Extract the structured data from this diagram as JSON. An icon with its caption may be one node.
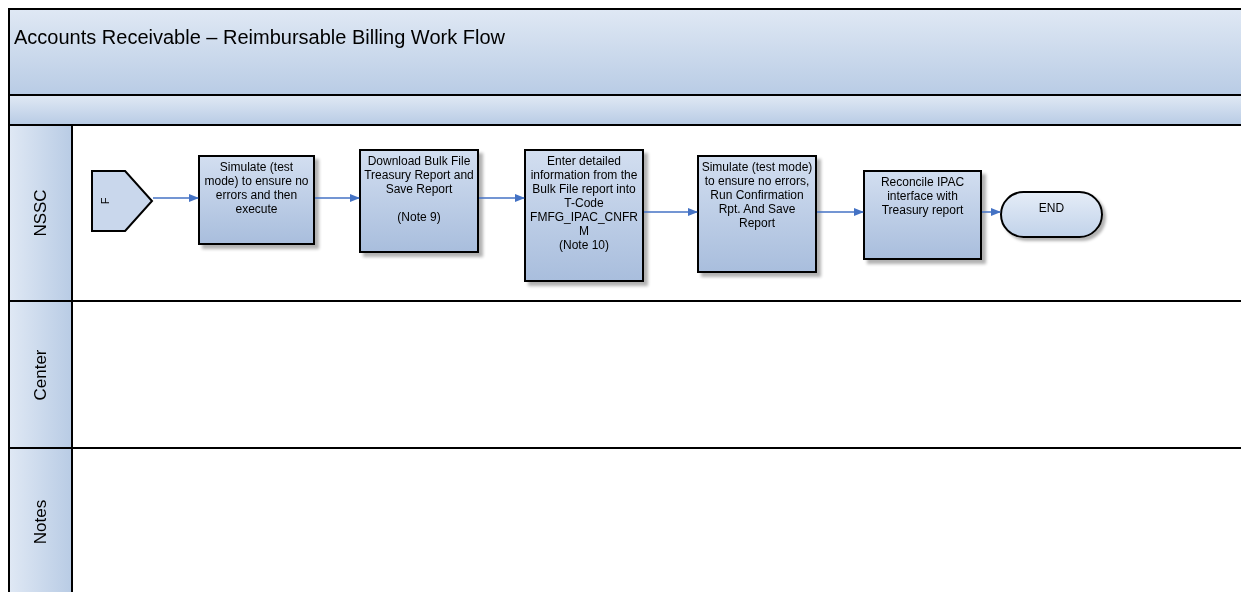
{
  "diagram": {
    "title": "Accounts Receivable – Reimbursable Billing Work Flow",
    "nodes": [
      {
        "text": [
          "NSSC"
        ]
      },
      {
        "text": [
          "Center"
        ]
      },
      {
        "text": [
          "Notes"
        ]
      },
      {
        "text": [
          "F"
        ],
        "in": 0
      },
      {
        "text": [
          "Simulate (test mode) to ensure no errors and then execute"
        ],
        "in": 0
      },
      {
        "text": [
          "Download Bulk File Treasury Report and Save Report",
          "(Note 9)"
        ],
        "in": 0
      },
      {
        "text": [
          "Enter detailed information from the Bulk File report into T-Code FMFG_IPAC_CNFRM",
          "(Note 10)"
        ],
        "in": 0
      },
      {
        "text": [
          "Simulate (test mode) to ensure no errors, Run Confirmation Rpt. And Save Report"
        ],
        "in": 0
      },
      {
        "text": [
          "Reconcile IPAC interface with Treasury report"
        ],
        "in": 0
      },
      {
        "text": [
          "END"
        ],
        "in": 0
      }
    ],
    "edges": [
      {
        "from": 3,
        "to": 4,
        "arrow": "to"
      },
      {
        "from": 4,
        "to": 5,
        "arrow": "to"
      },
      {
        "from": 5,
        "to": 6,
        "arrow": "to"
      },
      {
        "from": 6,
        "to": 7,
        "arrow": "to"
      },
      {
        "from": 7,
        "to": 8,
        "arrow": "to"
      },
      {
        "from": 8,
        "to": 9,
        "arrow": "to"
      }
    ]
  }
}
